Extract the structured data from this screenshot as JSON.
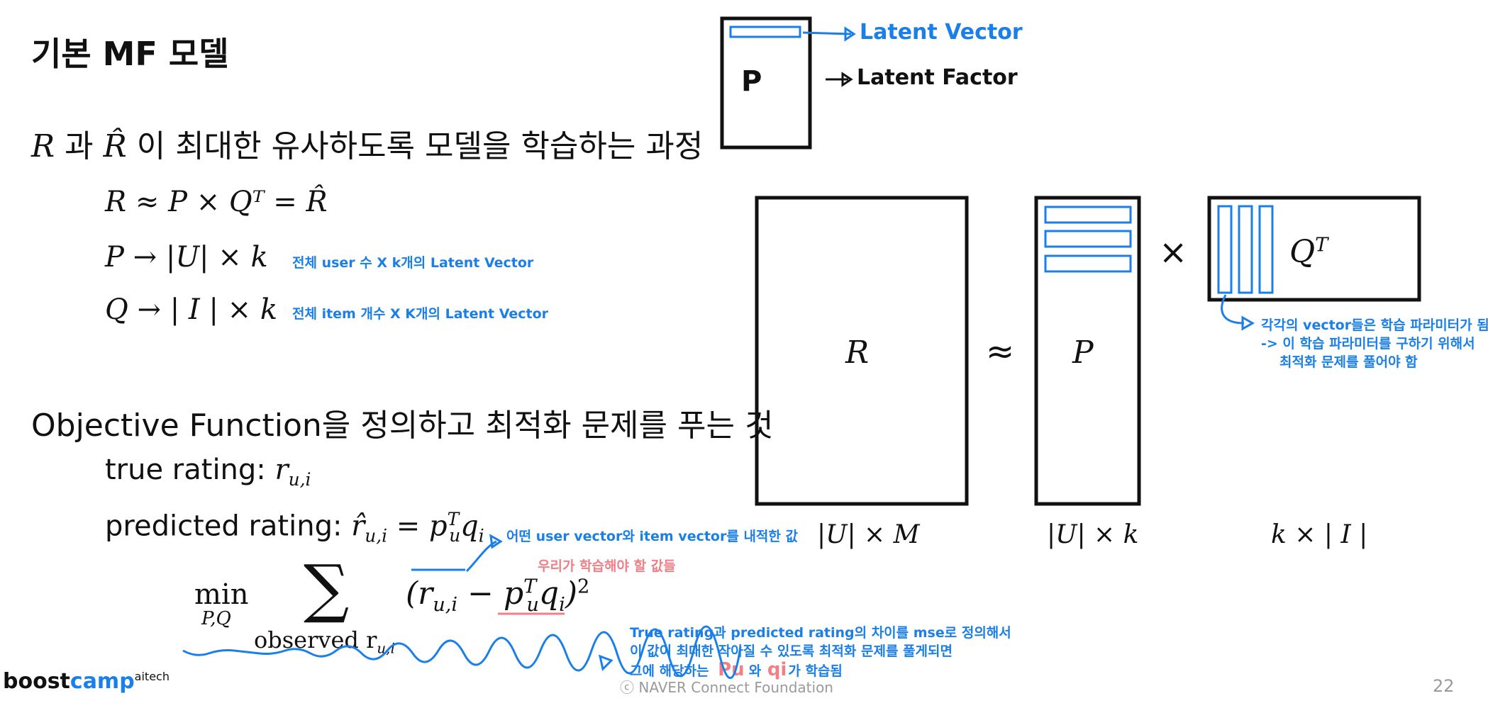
{
  "slide": {
    "title": "기본 MF 모델",
    "subtitle_tail": "이 최대한 유사하도록 모델을 학습하는 과정",
    "page_number": "22",
    "footer": "ⓒ NAVER Connect Foundation",
    "brand_a": "boost",
    "brand_b": "camp",
    "brand_sup": "aitech"
  },
  "eq": {
    "r_approx": "R ≈ P × Qᵀ = R̂",
    "p_dim": "P → |U| × k",
    "q_dim": "Q → | I | × k",
    "p_note": "전체 user 수   X   k개의 Latent Vector",
    "q_note": "전체 item 개수   X   K개의 Latent Vector"
  },
  "objective": {
    "heading": "Objective Function을 정의하고 최적화 문제를 푸는 것",
    "true_label": "true rating: ",
    "true_sym": "r",
    "true_sub": "u,i",
    "pred_label": "predicted rating: ",
    "pred_sym": "r̂",
    "pred_sub": "u,i",
    "pred_rhs": " = p",
    "pred_rhs_sub": "u",
    "pred_rhs_sup": "T",
    "pred_q": "q",
    "pred_q_sub": "i",
    "pred_note": "어떤 user vector와 item vector를 내적한 값",
    "learn_note": "우리가 학습해야 할 값들",
    "min_word": "min",
    "min_sub": "P,Q",
    "sum_sign": "∑",
    "observed": "observed r",
    "observed_sub": "u,i",
    "loss": "(r",
    "loss_sub": "u,i",
    "loss_mid": " − p",
    "loss_p_sub": "u",
    "loss_p_sup": "T",
    "loss_q": "q",
    "loss_q_sub": "i",
    "loss_end": ")",
    "loss_sq": "2",
    "mse_note_1": "True rating과 predicted rating의 차이를 mse로 정의해서",
    "mse_note_2": "이 값이 최대한 작아질 수 있도록 최적화 문제를 풀게되면",
    "mse_note_3_a": "그에 해당하는",
    "mse_note_3_b": "와",
    "mse_note_3_c": "가 학습됨",
    "pu_hand": "Pu",
    "qi_hand": "qi"
  },
  "diagram": {
    "small_p_label": "P",
    "latent_vector": "Latent  Vector",
    "latent_factor": "Latent  Factor",
    "r_label": "R",
    "approx": "≈",
    "p_label": "P",
    "times": "×",
    "qt_label": "Q",
    "qt_sup": "T",
    "r_dim": "|U| × M",
    "p_dim": "|U| × k",
    "q_dim": "k × | I |",
    "vec_note_1": "각각의 vector들은 학습 파라미터가 됨",
    "vec_note_2": "-> 이 학습 파라미터를 구하기 위해서",
    "vec_note_3": "최적화 문제를 풀어야 함"
  },
  "colors": {
    "accent": "#1a7fe8",
    "pink": "#f07f86",
    "text": "#111111"
  }
}
